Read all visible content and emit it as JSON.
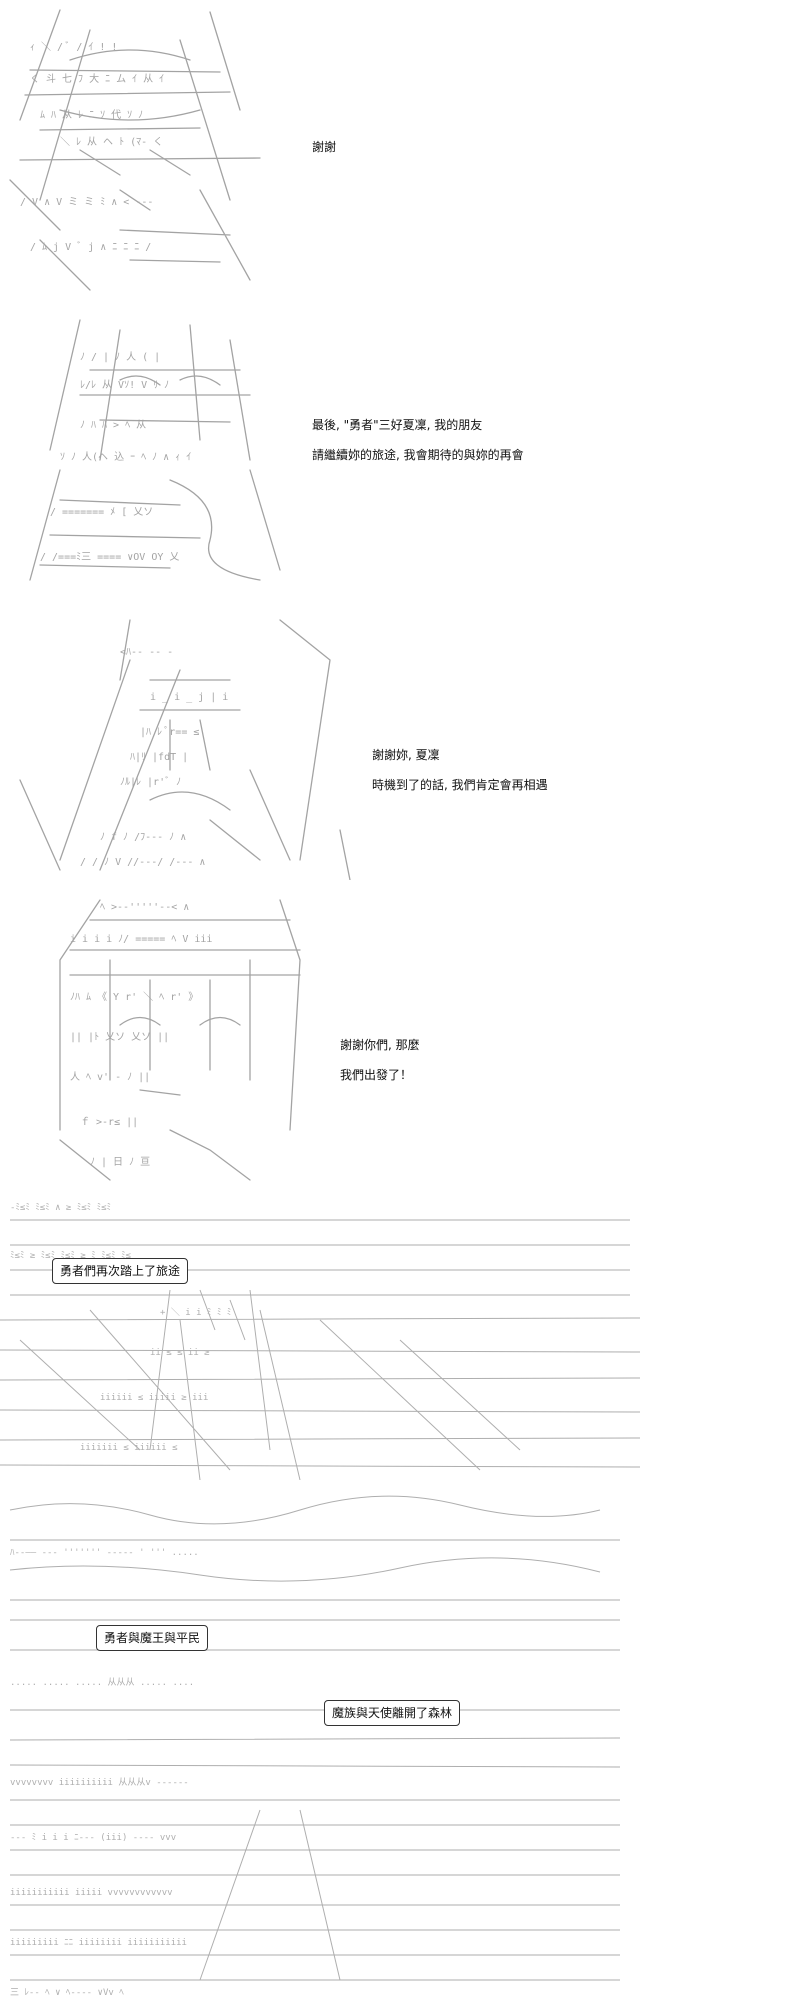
{
  "panels": [
    {
      "dialogue": [
        "謝謝"
      ]
    },
    {
      "dialogue": [
        "最後, \"勇者\"三好夏凜, 我的朋友",
        "請繼續妳的旅途, 我會期待的與妳的再會"
      ]
    },
    {
      "dialogue": [
        "謝謝妳, 夏凜",
        "時機到了的話, 我們肯定會再相遇"
      ]
    },
    {
      "dialogue": [
        "謝謝你們, 那麼",
        "我們出發了！"
      ]
    },
    {
      "captions": [
        "勇者們再次踏上了旅途"
      ]
    },
    {
      "captions": [
        "勇者與魔王與平民",
        "魔族與天使離開了森林"
      ]
    }
  ],
  "colors": {
    "ink": "#111111",
    "art": "#9a9a9a",
    "caption_border": "#333333"
  }
}
